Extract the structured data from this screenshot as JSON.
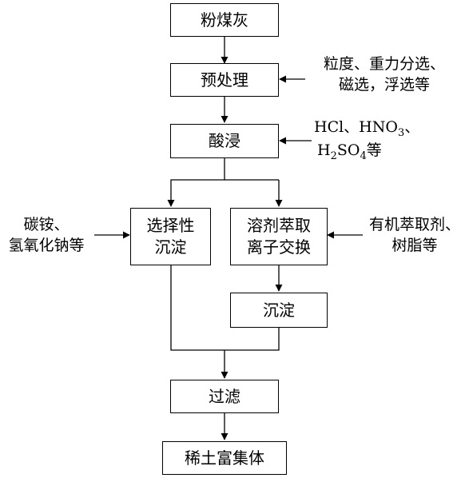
{
  "diagram": {
    "boxes": {
      "fly_ash": "粉煤灰",
      "pretreatment": "预处理",
      "acid_leach": "酸浸",
      "selective_precipitation": [
        "选择性",
        "沉淀"
      ],
      "solvent_extraction": [
        "溶剂萃取",
        "离子交换"
      ],
      "precipitation": "沉淀",
      "filtration": "过滤",
      "rare_earth_concentrate": "稀土富集体"
    },
    "notes": {
      "pretreatment_methods": [
        "粒度、重力分选、",
        "磁选，浮选等"
      ],
      "acid_reagents": {
        "line1": [
          "HCl、HNO",
          "3",
          "、"
        ],
        "line2": [
          "H",
          "2",
          "SO",
          "4",
          "等"
        ]
      },
      "precipitants": [
        "碳铵、",
        "氢氧化钠等"
      ],
      "extractants": [
        "有机萃取剂、",
        "树脂等"
      ]
    }
  }
}
